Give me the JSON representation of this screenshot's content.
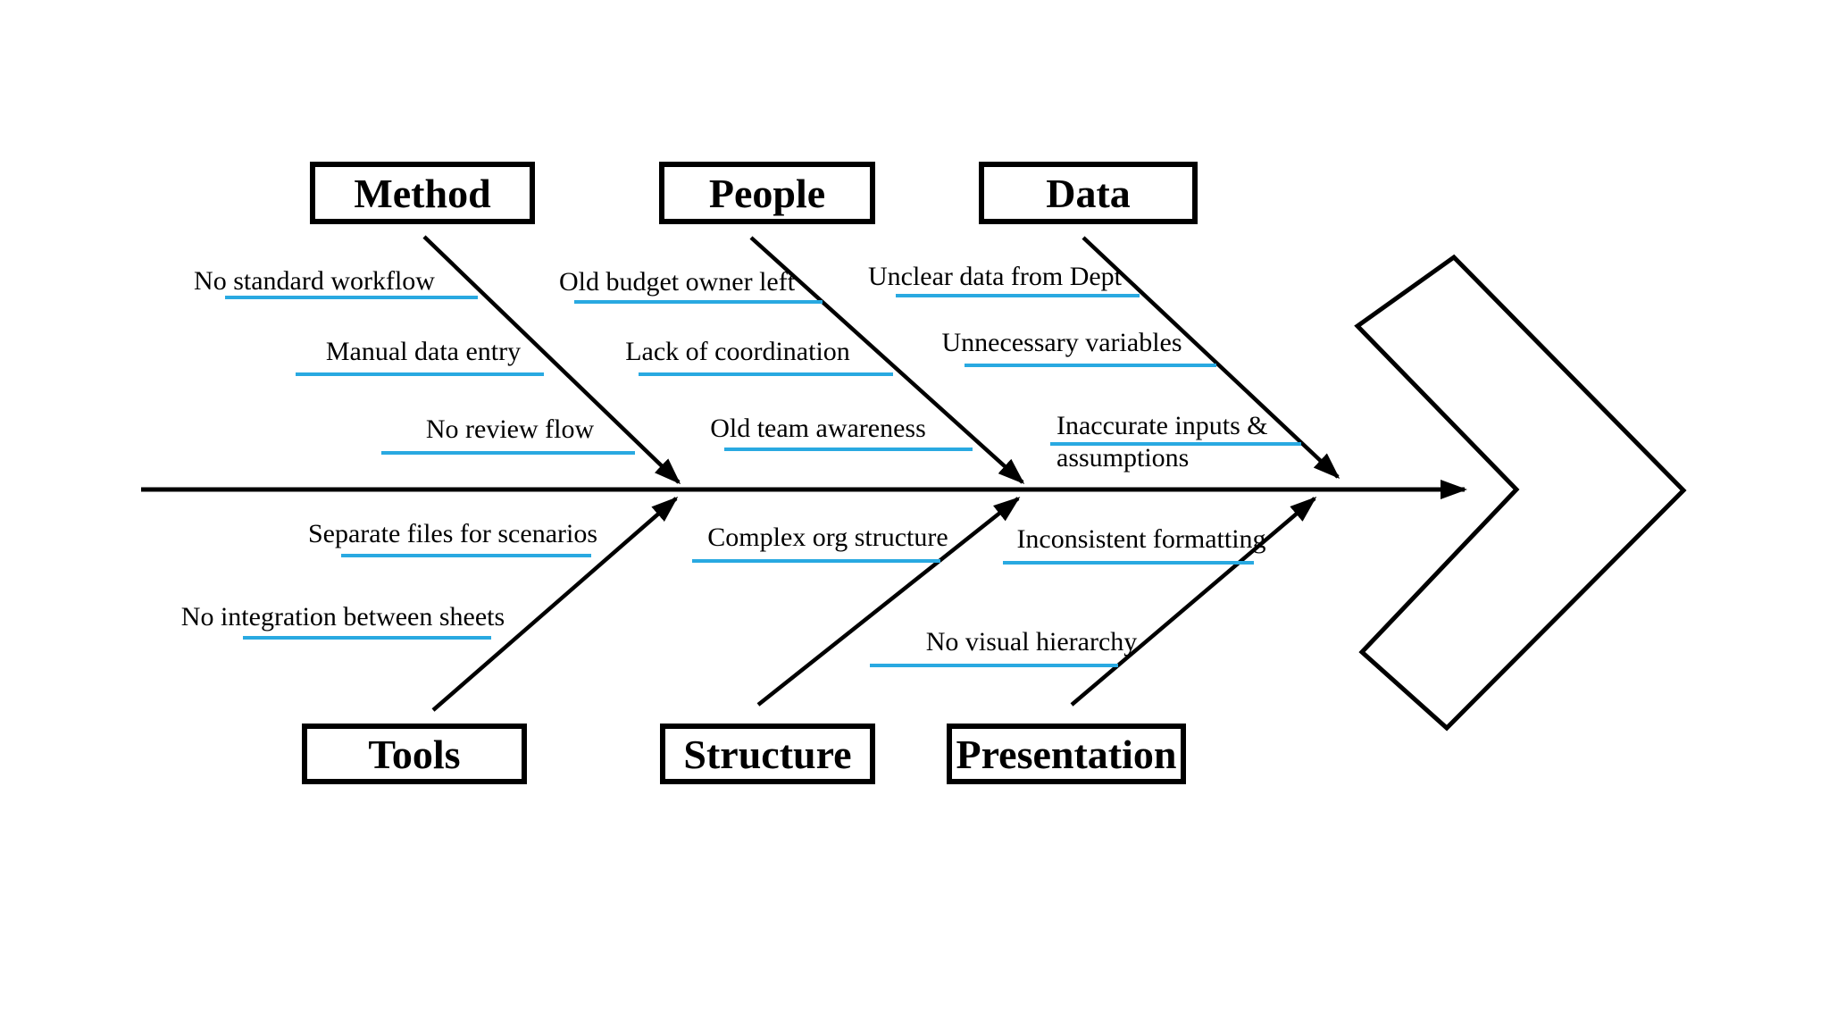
{
  "diagram": {
    "type": "fishbone-cause-effect",
    "colors": {
      "line": "#000000",
      "box_border": "#000000",
      "text": "#000000",
      "underline": "#29A9E1",
      "background": "#FFFFFF"
    },
    "branches": [
      {
        "category": "Method",
        "side": "top",
        "causes": [
          {
            "label": "No standard workflow"
          },
          {
            "label": "Manual data entry"
          },
          {
            "label": "No review flow"
          }
        ]
      },
      {
        "category": "People",
        "side": "top",
        "causes": [
          {
            "label": "Old budget owner left"
          },
          {
            "label": "Lack of coordination"
          },
          {
            "label": "Old team awareness"
          }
        ]
      },
      {
        "category": "Data",
        "side": "top",
        "causes": [
          {
            "label": "Unclear data from Dept"
          },
          {
            "label": "Unnecessary variables"
          },
          {
            "label": "Inaccurate inputs & assumptions",
            "lines": [
              "Inaccurate inputs &",
              "assumptions"
            ]
          }
        ]
      },
      {
        "category": "Tools",
        "side": "bottom",
        "causes": [
          {
            "label": "Separate files for scenarios"
          },
          {
            "label": "No integration between sheets"
          }
        ]
      },
      {
        "category": "Structure",
        "side": "bottom",
        "causes": [
          {
            "label": "Complex org structure"
          }
        ]
      },
      {
        "category": "Presentation",
        "side": "bottom",
        "causes": [
          {
            "label": "Inconsistent formatting"
          },
          {
            "label": "No visual hierarchy"
          }
        ]
      }
    ]
  }
}
